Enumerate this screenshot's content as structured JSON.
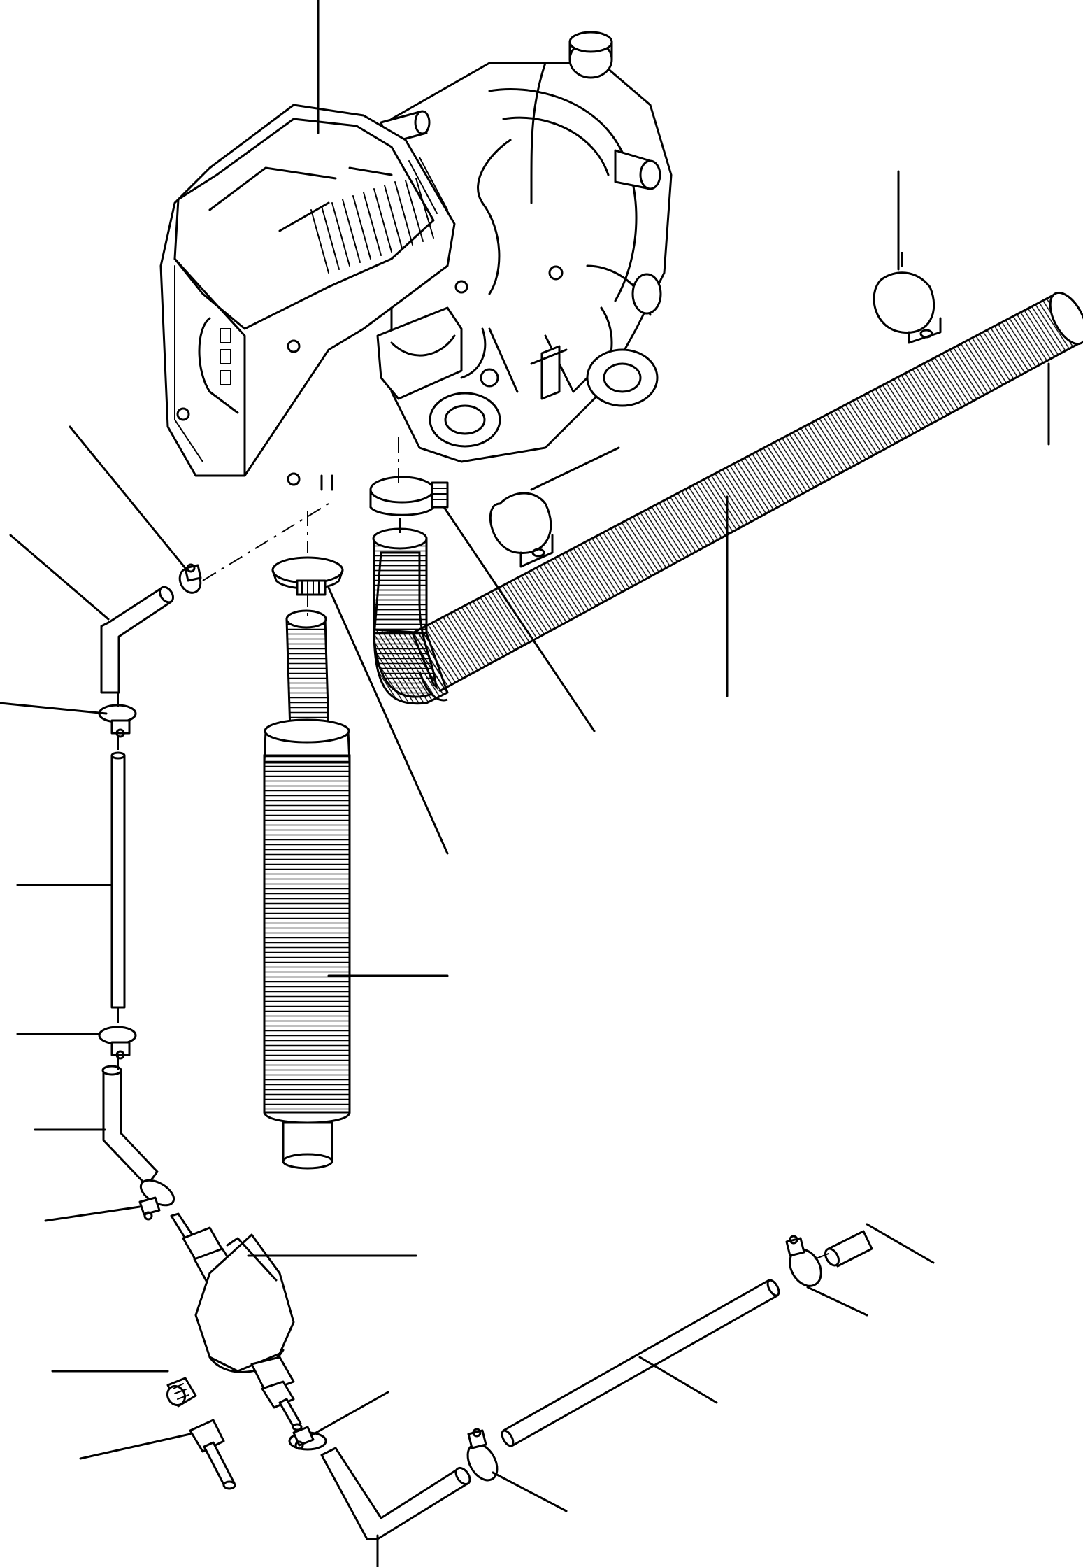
{
  "diagram": {
    "callouts": [
      {
        "id": "heater-unit"
      },
      {
        "id": "hose-clamp-upper"
      },
      {
        "id": "bracket-clip"
      },
      {
        "id": "flexible-duct-end"
      },
      {
        "id": "flexible-duct"
      },
      {
        "id": "exhaust-clamp-intake"
      },
      {
        "id": "exhaust-clamp"
      },
      {
        "id": "exhaust-flex-pipe"
      },
      {
        "id": "fuel-hose-elbow-upper"
      },
      {
        "id": "fuel-clamp-a"
      },
      {
        "id": "fuel-line-vertical"
      },
      {
        "id": "fuel-clamp-b"
      },
      {
        "id": "fuel-hose-elbow-mid"
      },
      {
        "id": "fuel-clamp-c"
      },
      {
        "id": "fuel-pump"
      },
      {
        "id": "adapter-nut"
      },
      {
        "id": "fitting-connector"
      },
      {
        "id": "fuel-clamp-d"
      },
      {
        "id": "fuel-hose-elbow-lower"
      },
      {
        "id": "fuel-clamp-e"
      },
      {
        "id": "fuel-line-horizontal"
      },
      {
        "id": "fuel-clamp-f"
      },
      {
        "id": "fuel-line-end"
      }
    ]
  }
}
